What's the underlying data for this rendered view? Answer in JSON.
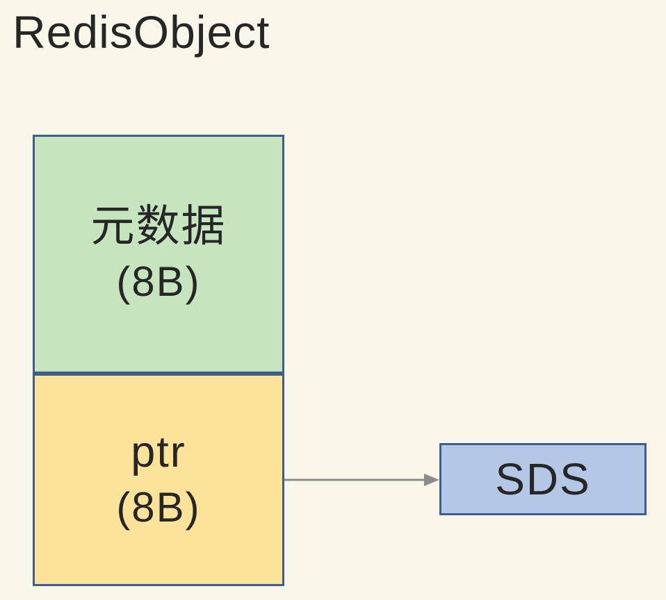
{
  "title": "RedisObject",
  "diagram": {
    "redis_object": {
      "fields": [
        {
          "name": "metadata",
          "label": "元数据",
          "size": "(8B)",
          "fill": "#c6e4bd"
        },
        {
          "name": "ptr",
          "label": "ptr",
          "size": "(8B)",
          "fill": "#fde399"
        }
      ]
    },
    "sds": {
      "label": "SDS",
      "fill": "#b4c7e7"
    },
    "arrow": {
      "from": "ptr",
      "to": "SDS"
    },
    "colors": {
      "background": "#faf7ea",
      "border": "#3d5f8f",
      "arrow": "#8c8c8c",
      "text": "#262626"
    }
  }
}
